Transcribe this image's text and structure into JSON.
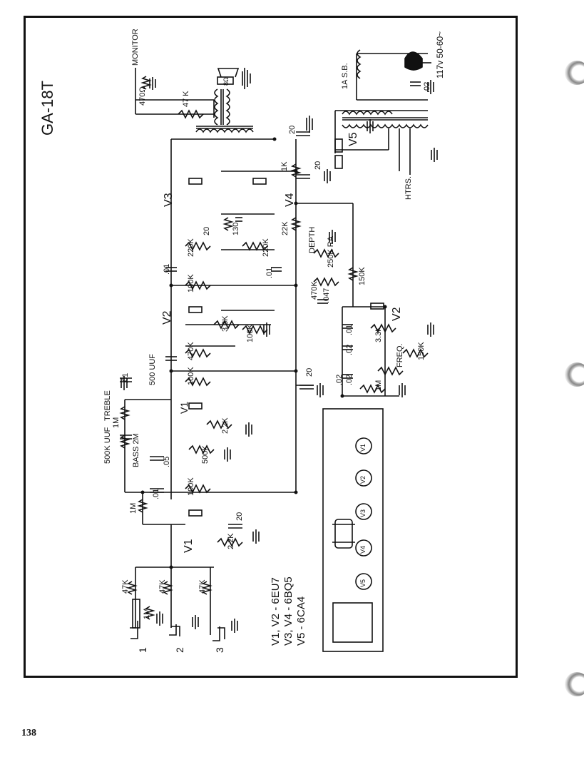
{
  "sheet": {
    "model": "GA-18T",
    "page_number": "138",
    "tube_legend": [
      "V1, V2 - 6EU7",
      "V3, V4 - 6BQ5",
      "V5 - 6CA4"
    ]
  },
  "labels": {
    "monitor": "MONITOR",
    "r_470": "470Ω",
    "r_47k_top": "47 K",
    "speaker": "8Ω",
    "v3": "V3",
    "v4": "V4",
    "v2_top": "V2",
    "v1_mid": "V1",
    "v1_low": "V1",
    "v2_right": "V2",
    "v5": "V5",
    "fuse": "1A S.B.",
    "cap_02_power": ".02",
    "line": "117v 50-60~",
    "htrs": "HTRS.",
    "c20_a": "20",
    "c20_b": "20",
    "c20_c": "20",
    "c20_d": "20",
    "c20_e": "20",
    "r_1k": "1K",
    "r_22k": "22K",
    "r_130": "130",
    "r_220k_a": "220K",
    "r_220k_b": "220K",
    "c01_a": ".01",
    "c01_b": ".01",
    "c01_c": ".01",
    "c01_d": ".01",
    "c01_e": ".01",
    "r_100k_a": "100K",
    "r_100k_b": "100K",
    "r_100k_c": "100K",
    "r_100k_d": "100K",
    "r_3_3k_a": "3.3K",
    "r_3_3k_b": "3.3K",
    "r_470k_a": "470K",
    "r_470k_b": "470K",
    "c500uuf": "500 UUF",
    "c500uuf_b": "500K UUF",
    "treble": "TREBLE",
    "treble_val": "1M",
    "bass": "BASS 2M",
    "r_500k": "500K",
    "c05": ".05",
    "r_1m": "1M",
    "r_2_2k_a": "2.2K",
    "r_2_2k_b": "2.2K",
    "depth": "DEPTH",
    "depth_val": "250K RA",
    "c047": ".047",
    "r_150k_a": "150K",
    "r_150k_b": "150K",
    "freq": "FREQ.",
    "c02_a": ".02",
    "c02_b": ".02",
    "c02_c": ".02",
    "r_1m_b": "1M",
    "r_47k_1": "47K",
    "r_47k_2": "47K",
    "r_47k_3": "47K",
    "r_1m_in": "1M",
    "in1": "1",
    "in2": "2",
    "in3": "3"
  },
  "layout_tubes": [
    "V5",
    "V4",
    "V3",
    "V2",
    "V1"
  ]
}
